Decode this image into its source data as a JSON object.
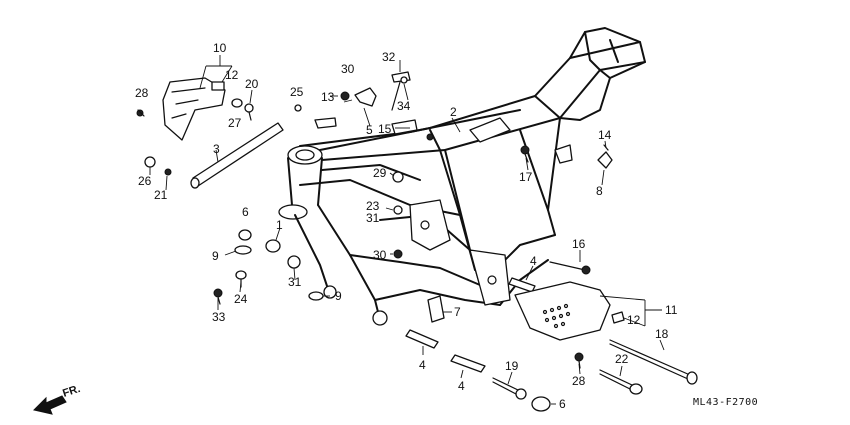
{
  "labels": [
    {
      "id": "p10",
      "text": "10"
    },
    {
      "id": "p12a",
      "text": "12"
    },
    {
      "id": "p20",
      "text": "20"
    },
    {
      "id": "p27",
      "text": "27"
    },
    {
      "id": "p28a",
      "text": "28"
    },
    {
      "id": "p25",
      "text": "25"
    },
    {
      "id": "p13",
      "text": "13"
    },
    {
      "id": "p30a",
      "text": "30"
    },
    {
      "id": "p32",
      "text": "32"
    },
    {
      "id": "p34",
      "text": "34"
    },
    {
      "id": "p5",
      "text": "5"
    },
    {
      "id": "p15",
      "text": "15"
    },
    {
      "id": "p2",
      "text": "2"
    },
    {
      "id": "p3",
      "text": "3"
    },
    {
      "id": "p26",
      "text": "26"
    },
    {
      "id": "p21",
      "text": "21"
    },
    {
      "id": "p14",
      "text": "14"
    },
    {
      "id": "p8",
      "text": "8"
    },
    {
      "id": "p17",
      "text": "17"
    },
    {
      "id": "p29",
      "text": "29"
    },
    {
      "id": "p23",
      "text": "23"
    },
    {
      "id": "p31a",
      "text": "31"
    },
    {
      "id": "p6a",
      "text": "6"
    },
    {
      "id": "p1",
      "text": "1"
    },
    {
      "id": "p9a",
      "text": "9"
    },
    {
      "id": "p30b",
      "text": "30"
    },
    {
      "id": "p16",
      "text": "16"
    },
    {
      "id": "p4a",
      "text": "4"
    },
    {
      "id": "p11",
      "text": "11"
    },
    {
      "id": "p12b",
      "text": "12"
    },
    {
      "id": "p24",
      "text": "24"
    },
    {
      "id": "p31b",
      "text": "31"
    },
    {
      "id": "p9b",
      "text": "9"
    },
    {
      "id": "p33",
      "text": "33"
    },
    {
      "id": "p7",
      "text": "7"
    },
    {
      "id": "p18",
      "text": "18"
    },
    {
      "id": "p4b",
      "text": "4"
    },
    {
      "id": "p4c",
      "text": "4"
    },
    {
      "id": "p19",
      "text": "19"
    },
    {
      "id": "p22",
      "text": "22"
    },
    {
      "id": "p28b",
      "text": "28"
    },
    {
      "id": "p6b",
      "text": "6"
    }
  ],
  "direction_label": "FR.",
  "diagram_code": "ML43-F2700"
}
